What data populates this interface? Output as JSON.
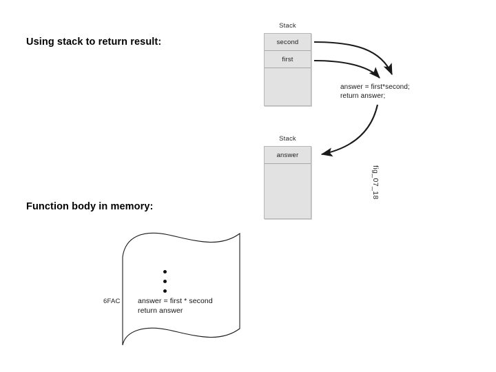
{
  "slide": {
    "title_left": "Using stack to return result:",
    "title_left_2": "Function body in memory:",
    "figure_label": "fig_07_18",
    "background_color": "#ffffff"
  },
  "stacks": [
    {
      "caption": "Stack",
      "cells": [
        "second",
        "first"
      ],
      "empty_space": true,
      "fill_color": "#e2e2e2",
      "border_color": "#b6b6b6"
    },
    {
      "caption": "Stack",
      "cells": [
        "answer"
      ],
      "empty_space": true,
      "fill_color": "#e2e2e2",
      "border_color": "#b6b6b6"
    }
  ],
  "code_annotation": {
    "line1": "answer = first*second;",
    "line2": "return answer;"
  },
  "memory_banner": {
    "address": "6FAC",
    "ellipsis": "⋮",
    "line1": "answer = first * second",
    "line2": "return answer",
    "outline_color": "#1a1a1a"
  },
  "arrows": {
    "from_second_label": "second-to-code-arrow",
    "from_first_label": "first-to-code-arrow",
    "return_label": "code-to-answer-arrow",
    "color": "#1a1a1a"
  }
}
